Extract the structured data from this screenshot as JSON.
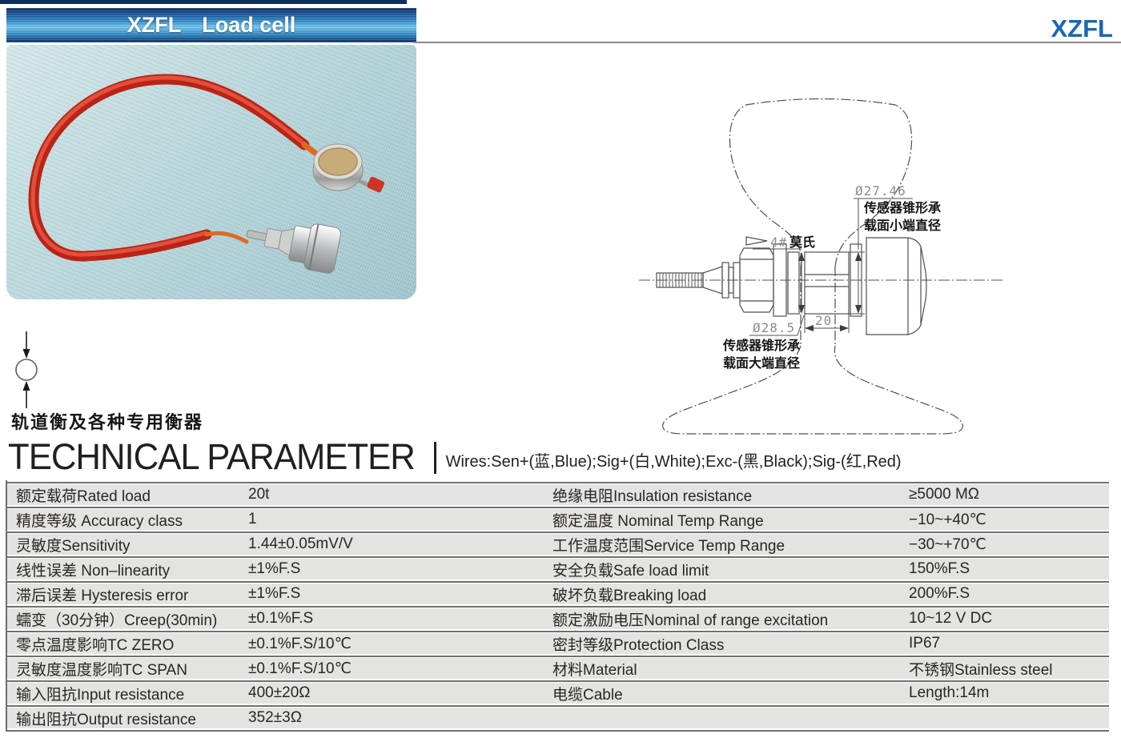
{
  "header": {
    "banner_model": "XZFL",
    "banner_product": "Load cell",
    "brand": "XZFL"
  },
  "application": {
    "caption": "轨道衡及各种专用衡器"
  },
  "drawing": {
    "dim_small_end": "Ø27.46",
    "small_end_label_1": "传感器锥形承",
    "small_end_label_2": "载面小端直径",
    "taper_num": "4#",
    "taper_name": "莫氏",
    "dim_large_end": "Ø28.5",
    "large_end_label_1": "传感器锥形承",
    "large_end_label_2": "载面大端直径",
    "dim_width": "20"
  },
  "section": {
    "title": "TECHNICAL PARAMETER",
    "wires_note": "Wires:Sen+(蓝,Blue);Sig+(白,White);Exc-(黑,Black);Sig-(红,Red)"
  },
  "parameters": {
    "rows": [
      {
        "c1": "额定载荷Rated load",
        "c2": "20t",
        "c3": "绝缘电阻Insulation resistance",
        "c4": "≥5000 MΩ"
      },
      {
        "c1": "精度等级 Accuracy class",
        "c2": "1",
        "c3": "额定温度 Nominal Temp Range",
        "c4": "−10~+40℃"
      },
      {
        "c1": "灵敏度Sensitivity",
        "c2": "1.44±0.05mV/V",
        "c3": "工作温度范围Service Temp Range",
        "c4": "−30~+70℃"
      },
      {
        "c1": "线性误差 Non–linearity",
        "c2": "±1%F.S",
        "c3": "安全负载Safe load limit",
        "c4": "150%F.S"
      },
      {
        "c1": "滞后误差 Hysteresis error",
        "c2": "±1%F.S",
        "c3": "破坏负载Breaking load",
        "c4": "200%F.S"
      },
      {
        "c1": "蠕变（30分钟）Creep(30min)",
        "c2": "±0.1%F.S",
        "c3": "额定激励电压Nominal of range excitation",
        "c4": "10~12 V DC"
      },
      {
        "c1": "零点温度影响TC ZERO",
        "c2": "±0.1%F.S/10℃",
        "c3": "密封等级Protection Class",
        "c4": "IP67"
      },
      {
        "c1": "灵敏度温度影响TC SPAN",
        "c2": "±0.1%F.S/10℃",
        "c3": "材料Material",
        "c4": "不锈钢Stainless steel"
      },
      {
        "c1": "输入阻抗Input resistance",
        "c2": "400±20Ω",
        "c3": "电缆Cable",
        "c4": "Length:14m"
      },
      {
        "c1": "输出阻抗Output resistance",
        "c2": "352±3Ω",
        "c3": "",
        "c4": ""
      }
    ]
  }
}
